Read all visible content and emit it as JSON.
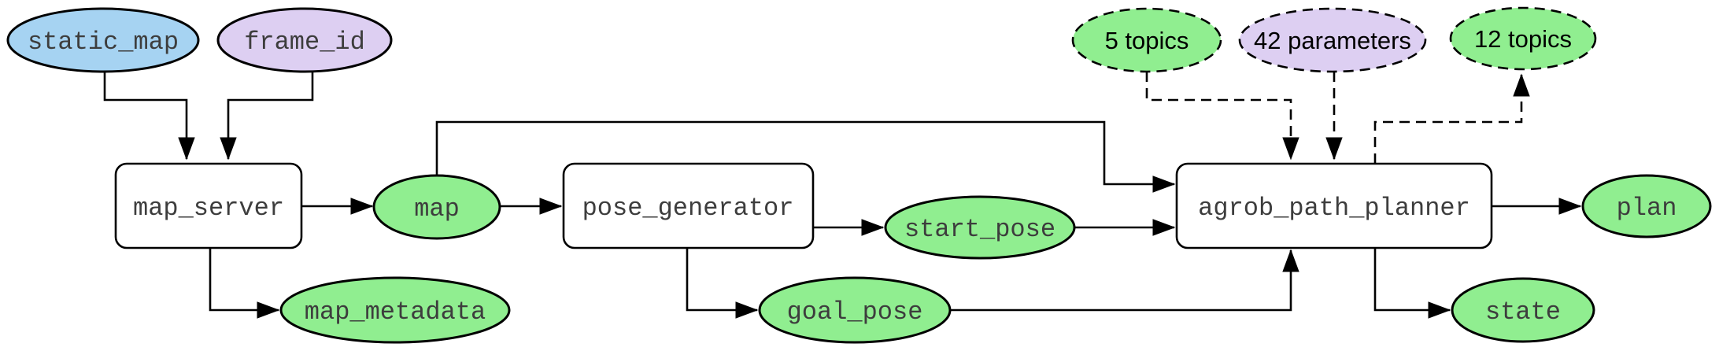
{
  "diagram": {
    "type": "ros-node-graph",
    "colors": {
      "topic_green": "#90ee90",
      "action_blue": "#a6d3f2",
      "param_lavender": "#ddcff2",
      "node_white": "#ffffff",
      "stroke_black": "#000000",
      "mono_text": "#3d3d3d",
      "sans_text": "#000000"
    },
    "nodes": {
      "static_map": {
        "label": "static_map",
        "shape": "ellipse",
        "fill": "blue",
        "border": "solid"
      },
      "frame_id": {
        "label": "frame_id",
        "shape": "ellipse",
        "fill": "lavender",
        "border": "solid"
      },
      "map_server": {
        "label": "map_server",
        "shape": "box",
        "fill": "white",
        "border": "solid"
      },
      "map": {
        "label": "map",
        "shape": "ellipse",
        "fill": "green",
        "border": "solid"
      },
      "map_metadata": {
        "label": "map_metadata",
        "shape": "ellipse",
        "fill": "green",
        "border": "solid"
      },
      "pose_generator": {
        "label": "pose_generator",
        "shape": "box",
        "fill": "white",
        "border": "solid"
      },
      "start_pose": {
        "label": "start_pose",
        "shape": "ellipse",
        "fill": "green",
        "border": "solid"
      },
      "goal_pose": {
        "label": "goal_pose",
        "shape": "ellipse",
        "fill": "green",
        "border": "solid"
      },
      "agrob_path_planner": {
        "label": "agrob_path_planner",
        "shape": "box",
        "fill": "white",
        "border": "solid"
      },
      "plan": {
        "label": "plan",
        "shape": "ellipse",
        "fill": "green",
        "border": "solid"
      },
      "state": {
        "label": "state",
        "shape": "ellipse",
        "fill": "green",
        "border": "solid"
      },
      "topics_5": {
        "label": "5 topics",
        "shape": "ellipse",
        "fill": "green",
        "border": "dashed"
      },
      "parameters_42": {
        "label": "42 parameters",
        "shape": "ellipse",
        "fill": "lavender",
        "border": "dashed"
      },
      "topics_12": {
        "label": "12 topics",
        "shape": "ellipse",
        "fill": "green",
        "border": "dashed"
      }
    },
    "edges": [
      {
        "from": "static_map",
        "to": "map_server",
        "style": "solid"
      },
      {
        "from": "frame_id",
        "to": "map_server",
        "style": "solid"
      },
      {
        "from": "map_server",
        "to": "map",
        "style": "solid"
      },
      {
        "from": "map_server",
        "to": "map_metadata",
        "style": "solid"
      },
      {
        "from": "map",
        "to": "pose_generator",
        "style": "solid"
      },
      {
        "from": "map",
        "to": "agrob_path_planner",
        "style": "solid"
      },
      {
        "from": "pose_generator",
        "to": "start_pose",
        "style": "solid"
      },
      {
        "from": "start_pose",
        "to": "agrob_path_planner",
        "style": "solid"
      },
      {
        "from": "pose_generator",
        "to": "goal_pose",
        "style": "solid"
      },
      {
        "from": "goal_pose",
        "to": "agrob_path_planner",
        "style": "solid"
      },
      {
        "from": "agrob_path_planner",
        "to": "plan",
        "style": "solid"
      },
      {
        "from": "agrob_path_planner",
        "to": "state",
        "style": "solid"
      },
      {
        "from": "topics_5",
        "to": "agrob_path_planner",
        "style": "dashed"
      },
      {
        "from": "parameters_42",
        "to": "agrob_path_planner",
        "style": "dashed"
      },
      {
        "from": "agrob_path_planner",
        "to": "topics_12",
        "style": "dashed"
      }
    ]
  }
}
